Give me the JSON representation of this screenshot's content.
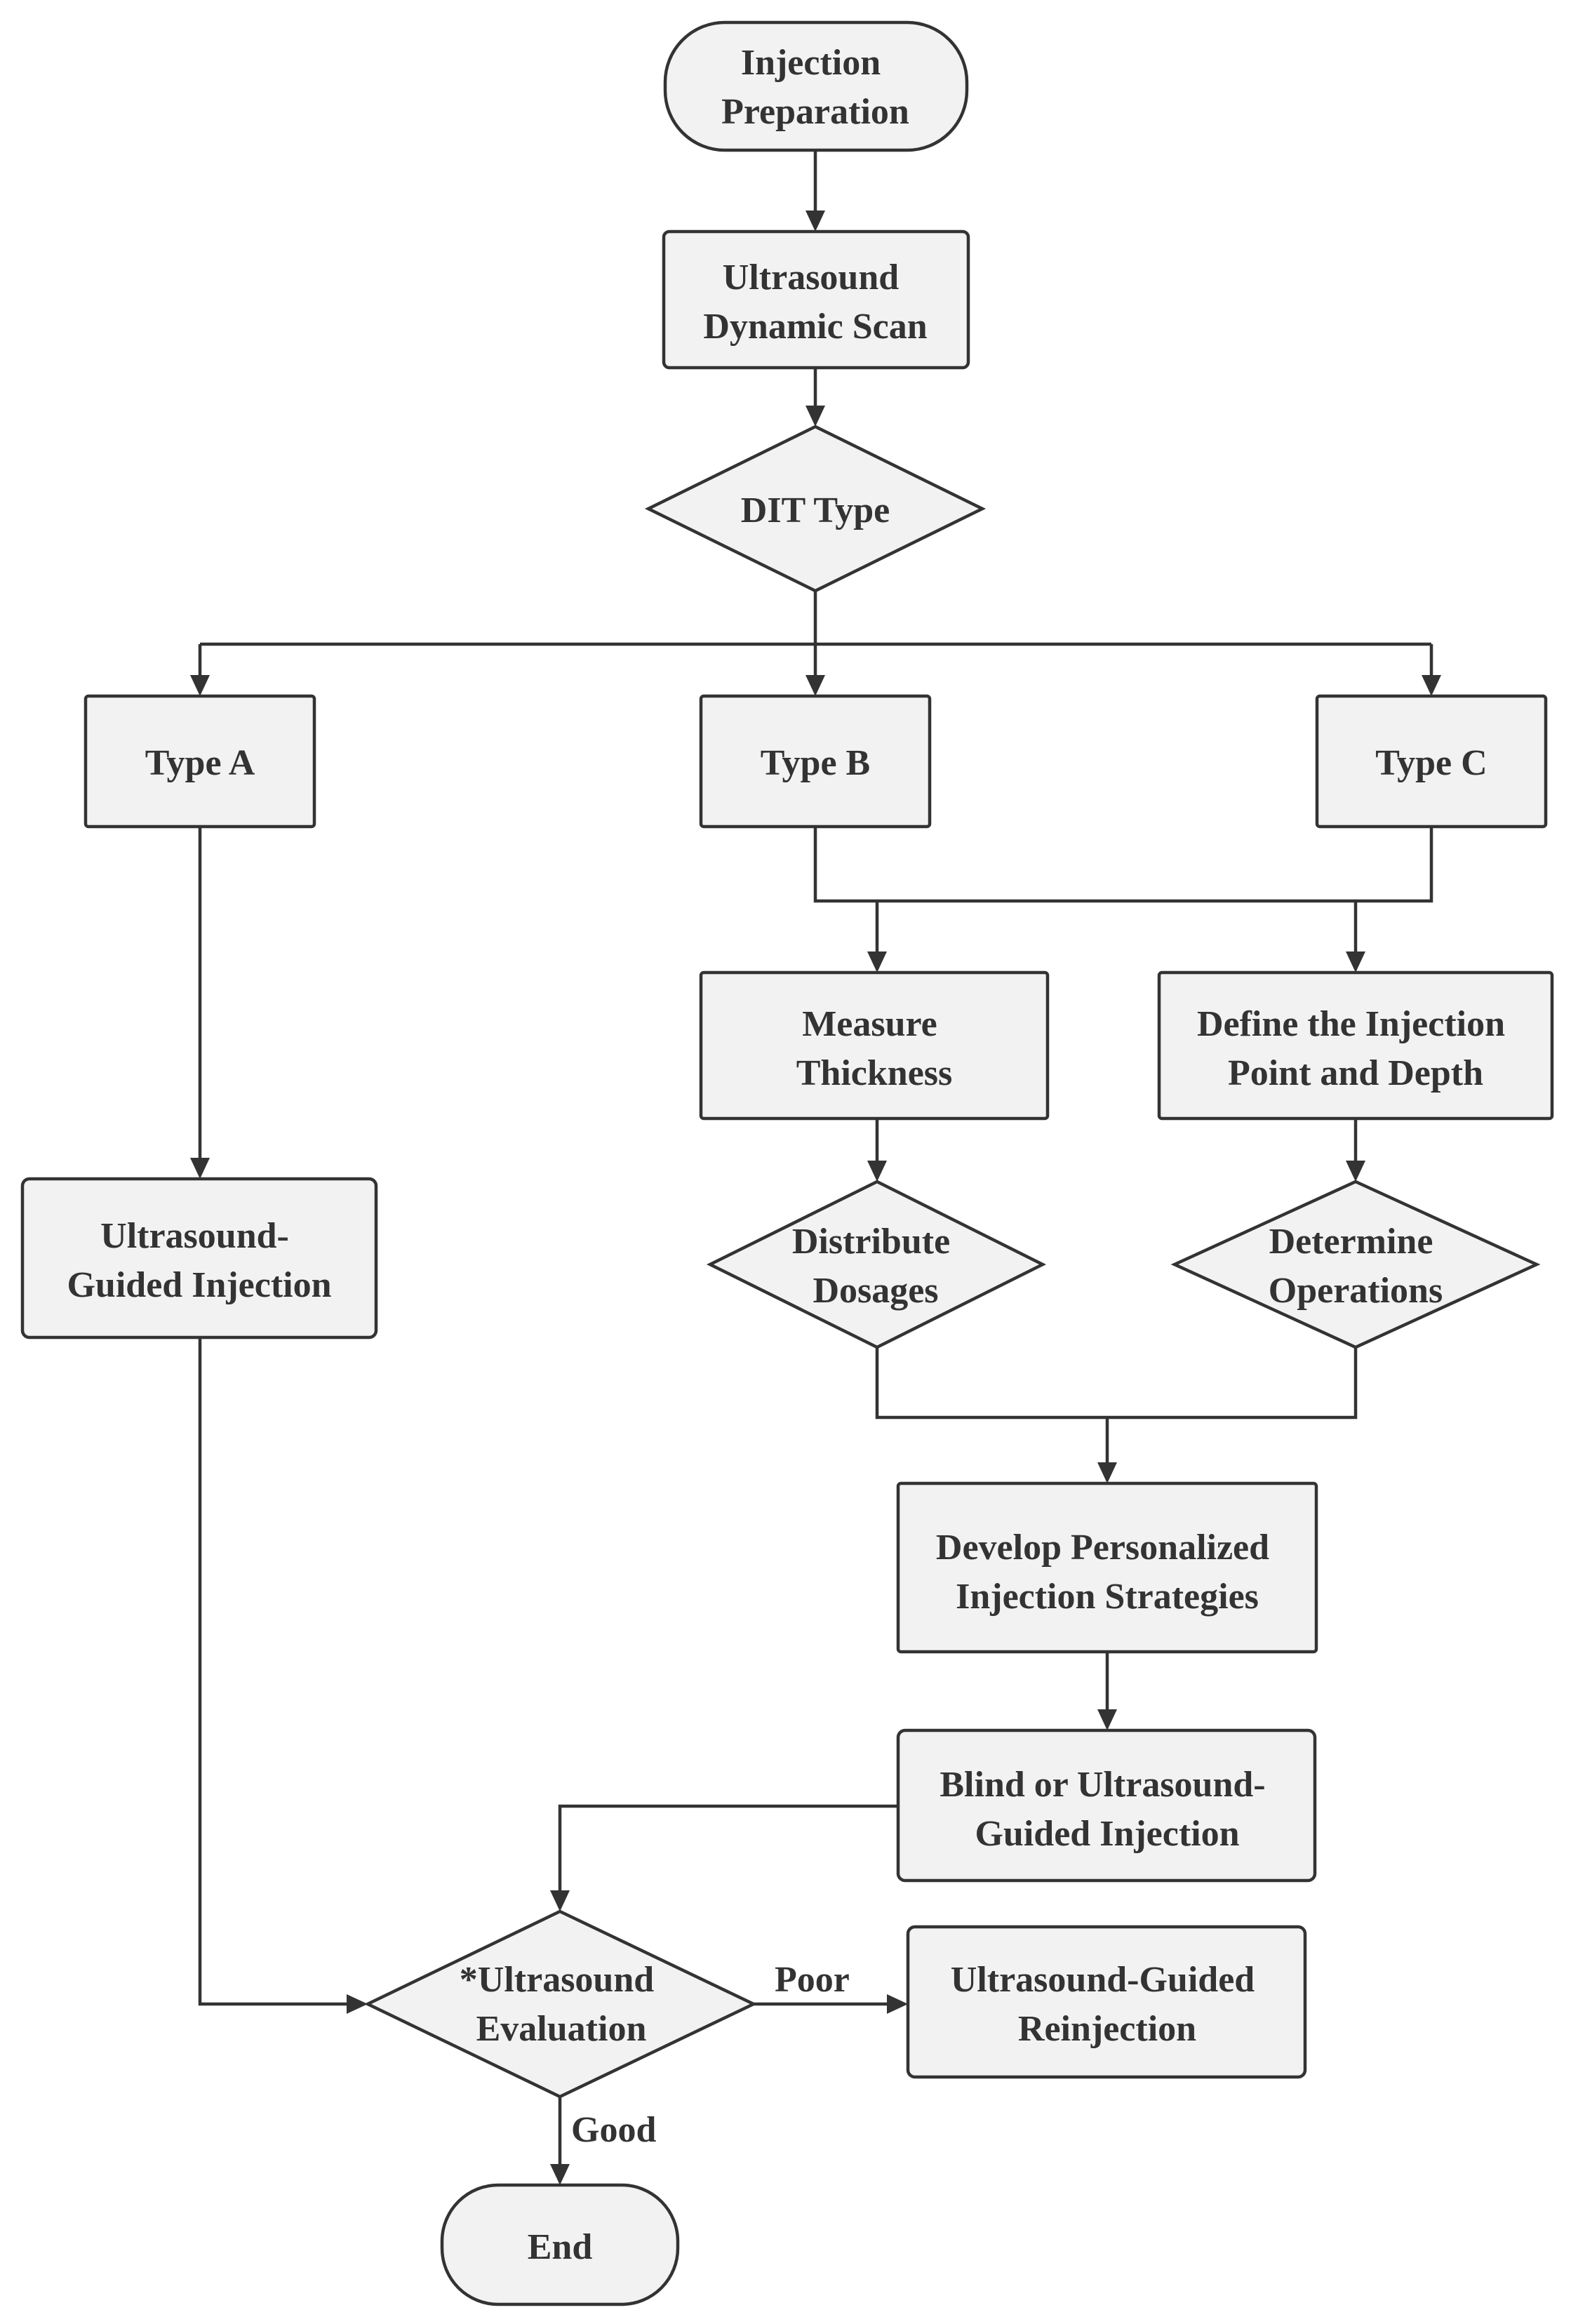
{
  "nodes": {
    "injection_preparation": [
      "Injection",
      "Preparation"
    ],
    "dynamic_scan": [
      "Ultrasound",
      "Dynamic Scan"
    ],
    "dit_type": [
      "DIT Type"
    ],
    "type_a": [
      "Type A"
    ],
    "type_b": [
      "Type B"
    ],
    "type_c": [
      "Type C"
    ],
    "us_guided_injection": [
      "Ultrasound-",
      "Guided Injection"
    ],
    "measure_thickness": [
      "Measure",
      "Thickness"
    ],
    "define_point": [
      "Define the Injection",
      "Point and Depth"
    ],
    "distribute_dosages": [
      "Distribute",
      "Dosages"
    ],
    "determine_operations": [
      "Determine",
      "Operations"
    ],
    "develop_strategies": [
      "Develop Personalized",
      "Injection Strategies"
    ],
    "blind_or_us_injection": [
      "Blind or Ultrasound-",
      "Guided Injection"
    ],
    "us_evaluation": [
      "*Ultrasound",
      "Evaluation"
    ],
    "us_reinjection": [
      "Ultrasound-Guided",
      "Reinjection"
    ],
    "end": [
      "End"
    ]
  },
  "edge_labels": {
    "poor": "Poor",
    "good": "Good"
  },
  "colors": {
    "node_fill": "#f2f2f2",
    "stroke": "#333333",
    "text": "#333333",
    "background": "#ffffff"
  }
}
